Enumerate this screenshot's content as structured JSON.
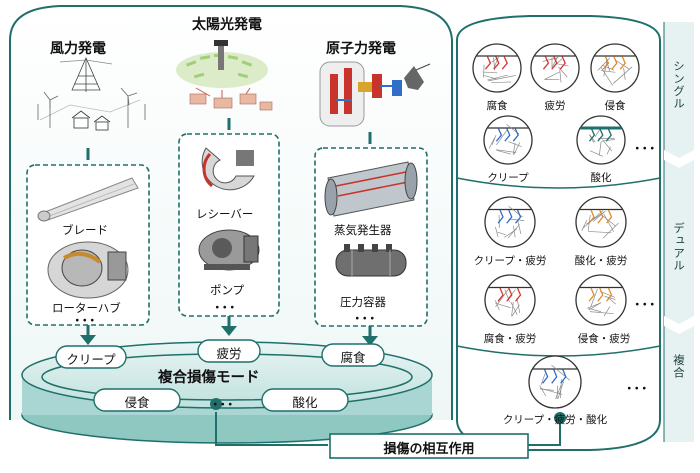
{
  "colors": {
    "teal": "#1f6f6a",
    "teal_light": "#dff0ef",
    "teal_mid": "#a9d6d2",
    "crack": "#3a3a3a",
    "red_crack": "#d9342b",
    "blue_crack": "#2f6fc7",
    "orange_crack": "#e08a2b"
  },
  "plants": [
    {
      "title": "風力発電",
      "parts": [
        "ブレード",
        "ローターハブ"
      ],
      "ellipsis": "･･･"
    },
    {
      "title": "太陽光発電",
      "parts": [
        "レシーバー",
        "ポンプ"
      ],
      "ellipsis": "･･･"
    },
    {
      "title": "原子力発電",
      "parts": [
        "蒸気発生器",
        "圧力容器"
      ],
      "ellipsis": "･･･"
    }
  ],
  "platform": {
    "title": "複合損傷モード",
    "modes": [
      "クリープ",
      "疲労",
      "腐食",
      "侵食",
      "酸化"
    ],
    "ellipsis": "･･･"
  },
  "interaction": {
    "label": "損傷の相互作用"
  },
  "categories": [
    "シングル",
    "デュアル",
    "複合"
  ],
  "single": [
    "腐食",
    "疲労",
    "侵食",
    "クリープ",
    "酸化"
  ],
  "dual": [
    "クリープ・疲労",
    "酸化・疲労",
    "腐食・疲労",
    "侵食・疲労"
  ],
  "complex": [
    "クリープ・疲労・酸化"
  ],
  "panel_ellipsis": "･･･"
}
